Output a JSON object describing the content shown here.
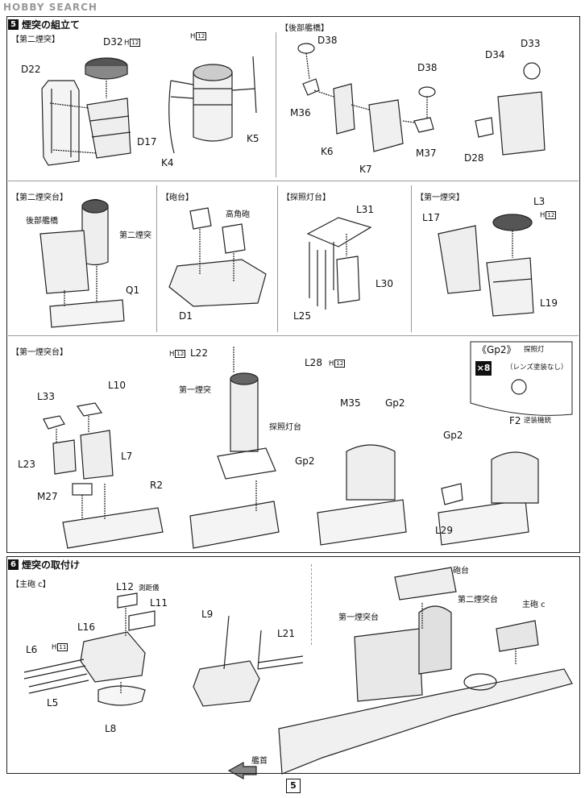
{
  "watermark": "HOBBY SEARCH",
  "step5": {
    "number": "5",
    "title": "煙突の組立て",
    "sections": {
      "second_funnel": "【第二煙突】",
      "rear_bridge": "【後部艦橋】",
      "second_funnel_platform": "【第二煙突台】",
      "gun_platform": "【砲台】",
      "searchlight_platform": "【探照灯台】",
      "first_funnel": "【第一煙突】",
      "first_funnel_platform": "【第一煙突台】"
    },
    "labels": {
      "D22": "D22",
      "D32": "D32",
      "D17": "D17",
      "H12": "H",
      "H12_box": "12",
      "K4": "K4",
      "K5": "K5",
      "D38a": "D38",
      "D38b": "D38",
      "D33": "D33",
      "D34": "D34",
      "M36": "M36",
      "K6": "K6",
      "K7": "K7",
      "M37": "M37",
      "D28": "D28",
      "rear_bridge_text": "後部艦橋",
      "second_funnel_text": "第二煙突",
      "Q1": "Q1",
      "high_angle_gun": "高角砲",
      "D1": "D1",
      "L31": "L31",
      "L30": "L30",
      "L25": "L25",
      "L3": "L3",
      "L17": "L17",
      "L19": "L19",
      "L22": "L22",
      "L28": "L28",
      "first_funnel_text": "第一煙突",
      "searchlight_platform_text": "探照灯台",
      "L10": "L10",
      "L33": "L33",
      "L23": "L23",
      "L7": "L7",
      "M27": "M27",
      "R2": "R2",
      "M35": "M35",
      "Gp2a": "Gp2",
      "Gp2b": "Gp2",
      "Gp2c": "Gp2",
      "F2": "F2",
      "F2_note": "逆装機銃",
      "L29": "L29"
    },
    "callout": {
      "title": "《Gp2》",
      "subtitle": "探照灯",
      "count": "×8",
      "note": "（レンズ塗装なし）"
    }
  },
  "step6": {
    "number": "6",
    "title": "煙突の取付け",
    "section": "【主砲 c】",
    "labels": {
      "L12": "L12",
      "L12_note": "測距儀",
      "L11": "L11",
      "L16": "L16",
      "L6": "L6",
      "H11": "H",
      "H11_box": "11",
      "L5": "L5",
      "L8": "L8",
      "L9": "L9",
      "L21": "L21",
      "gun_platform_text": "砲台",
      "second_funnel_platform_text": "第二煙突台",
      "first_funnel_platform_text": "第一煙突台",
      "main_gun_c": "主砲 c",
      "bow": "艦首"
    }
  },
  "page_number": "5"
}
